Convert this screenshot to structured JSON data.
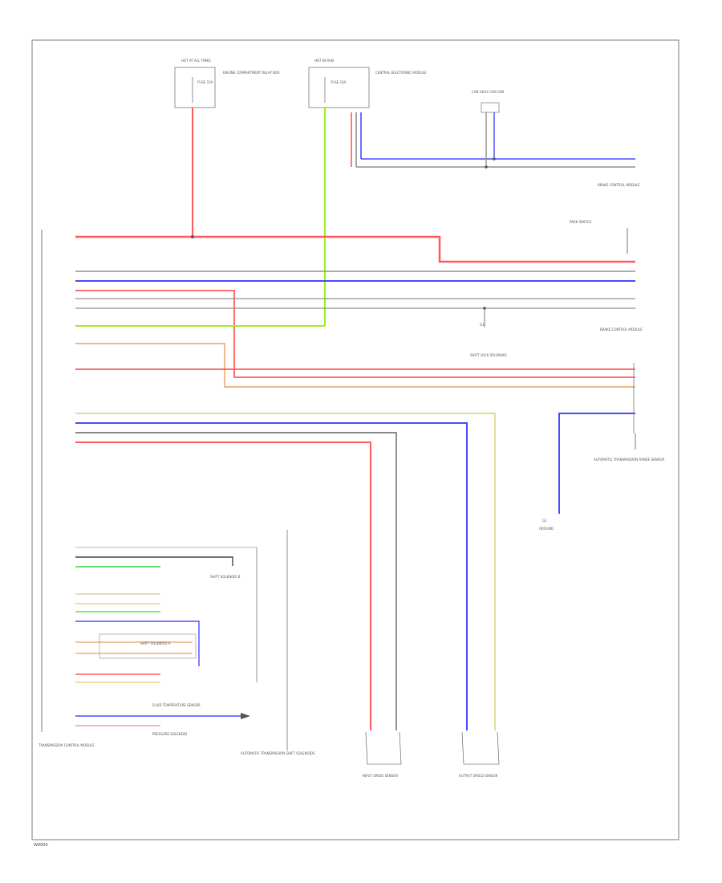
{
  "footer_code": "W0000",
  "wire_colors": {
    "red": "#ff5a5a",
    "blue": "#4a4aff",
    "green_yellow": "#9cf01e",
    "grey": "#909090",
    "orange": "#e8a060",
    "tan": "#d8c890",
    "violet": "#9a6aff",
    "pink": "#ff7acc",
    "green": "#40d040",
    "black": "#444444",
    "yellow": "#d8d070"
  },
  "fuse_left": {
    "title": "HOT AT ALL TIMES",
    "fuse": "FUSE 15A",
    "desc": "ENGINE COMPARTMENT RELAY BOX"
  },
  "fuse_mid": {
    "title": "HOT IN RUN",
    "fuse": "FUSE 10A",
    "desc": "CENTRAL ELECTRONIC MODULE"
  },
  "can_high_low": "CAN HIGH CAN LOW",
  "top_right_module": "BRAKE CONTROL MODULE",
  "park_switch": "PARK SWITCH",
  "shift_lock": "SHIFT LOCK SOLENOID",
  "mid_right_module": "BRAKE CONTROL MODULE",
  "ground_g1": "G1",
  "ground_label": "GROUND",
  "range_sensor": "AUTOMATIC TRANSMISSION RANGE SENSOR",
  "ground_g2": "G2",
  "tcm_label": "TRANSMISSION CONTROL MODULE",
  "solenoid_block": "AUTOMATIC TRANSMISSION SHIFT SOLENOIDS",
  "input_sensor": "INPUT SPEED SENSOR",
  "output_sensor": "OUTPUT SPEED SENSOR",
  "fluid_temp": "FLUID TEMPERATURE SENSOR",
  "pressure_sol": "PRESSURE SOLENOID",
  "shift_sol_a": "SHIFT SOLENOID A",
  "shift_sol_b": "SHIFT SOLENOID B"
}
